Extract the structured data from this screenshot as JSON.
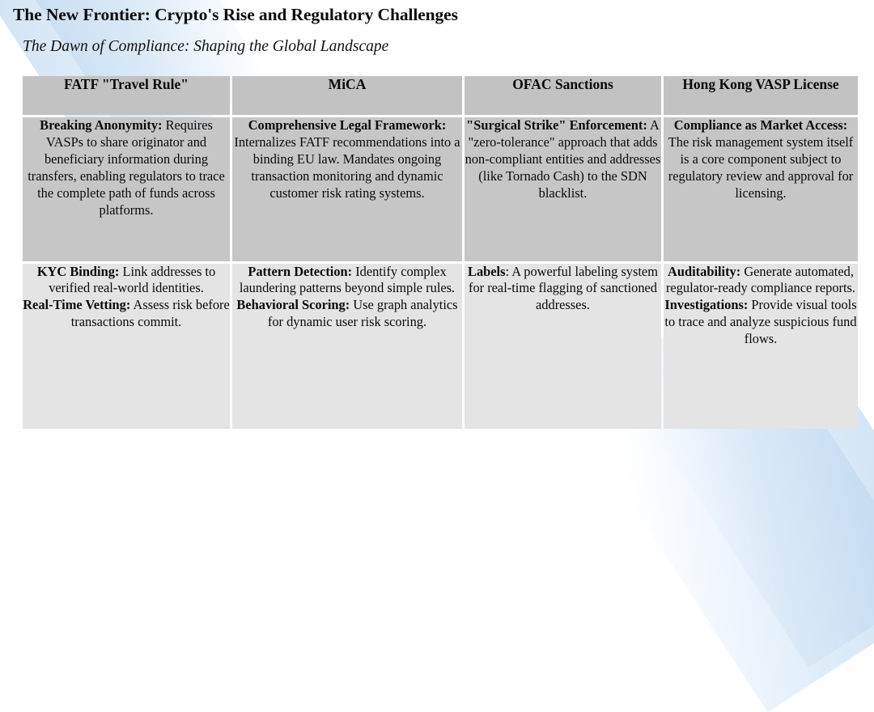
{
  "slide": {
    "title": "The New Frontier: Crypto's Rise and Regulatory Challenges",
    "subtitle": "The Dawn of Compliance: Shaping the Global Landscape",
    "theme": {
      "header_fill": "#c2c2c2",
      "row_a_fill": "#c6c6c6",
      "row_b_fill": "#e4e4e4",
      "accent_decoration": "#c9ddf3",
      "text_color": "#0a0a0a",
      "background": "#ffffff"
    }
  },
  "table": {
    "headers": [
      "FATF \"Travel Rule\"",
      "MiCA",
      "OFAC Sanctions",
      "Hong Kong VASP License"
    ],
    "rows": [
      {
        "row_name": "regulatory-requirement-row",
        "cells": [
          {
            "blocks": [
              {
                "lead": "Breaking Anonymity:",
                "body": " Requires VASPs to share originator and beneficiary information during transfers, enabling regulators to trace the complete path of funds across platforms."
              }
            ]
          },
          {
            "blocks": [
              {
                "lead": "Comprehensive Legal Framework:",
                "body": " Internalizes FATF recommendations into a binding EU law. Mandates ongoing transaction monitoring and dynamic customer risk rating systems."
              }
            ]
          },
          {
            "blocks": [
              {
                "lead": "\"Surgical Strike\" Enforcement:",
                "body": " A \"zero-tolerance\" approach that adds non-compliant entities and addresses (like Tornado Cash) to the SDN  blacklist."
              }
            ]
          },
          {
            "blocks": [
              {
                "lead": "Compliance as Market Access:",
                "body": " The risk management system itself is a core component subject to regulatory review and approval for licensing."
              }
            ]
          }
        ]
      },
      {
        "row_name": "technical-capability-row",
        "cells": [
          {
            "blocks": [
              {
                "lead": "KYC Binding:",
                "body": " Link addresses to verified real-world identities."
              },
              {
                "lead": "Real-Time Vetting:",
                "body": " Assess risk before transactions commit."
              }
            ]
          },
          {
            "blocks": [
              {
                "lead": "Pattern Detection:",
                "body": " Identify complex laundering patterns beyond simple rules."
              },
              {
                "lead": "Behavioral Scoring:",
                "body": " Use graph analytics for dynamic user risk scoring."
              }
            ]
          },
          {
            "blocks": [
              {
                "lead": "Labels",
                "body": ": A powerful labeling system for real-time flagging of sanctioned addresses."
              }
            ]
          },
          {
            "blocks": [
              {
                "lead": "Auditability:",
                "body": " Generate automated, regulator-ready compliance reports."
              },
              {
                "lead": "Investigations:",
                "body": " Provide visual tools to trace and analyze suspicious fund flows."
              }
            ]
          }
        ]
      }
    ]
  }
}
